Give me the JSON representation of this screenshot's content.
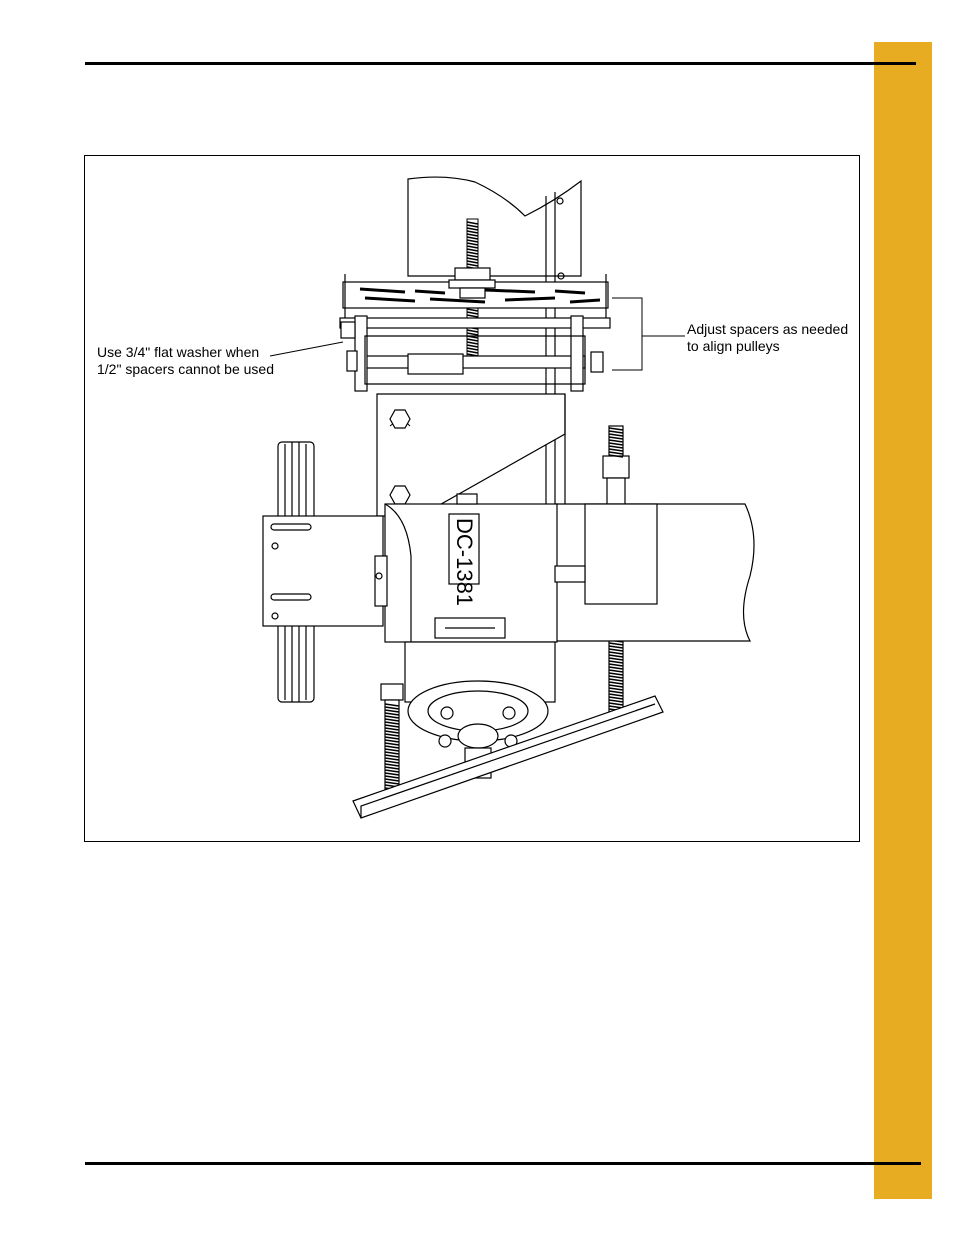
{
  "page": {
    "accent_color": "#E8AC23"
  },
  "figure": {
    "callouts": {
      "washer": {
        "line1": "Use 3/4\" flat washer when",
        "line2": "1/2\" spacers cannot be used"
      },
      "spacers": {
        "line1": "Adjust spacers as needed",
        "line2": "to align pulleys"
      }
    },
    "motor_label": "DC-1381"
  }
}
